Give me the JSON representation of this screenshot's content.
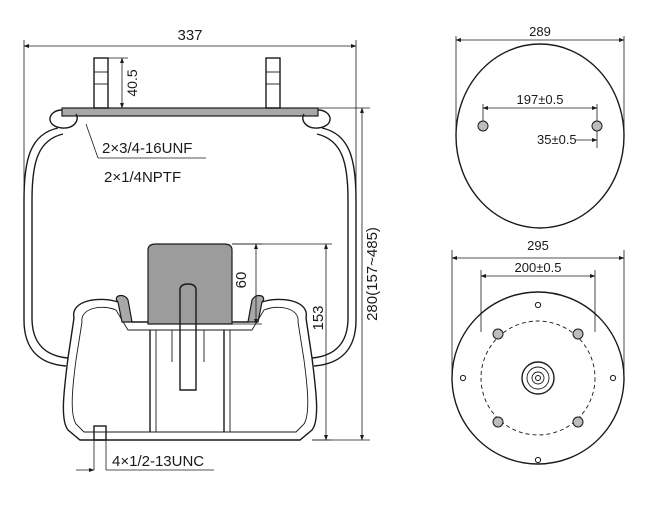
{
  "dimensions": {
    "overall_width": "337",
    "stud_height": "40.5",
    "bead_thread": "2×3/4-16UNF",
    "air_fitting": "2×1/4NPTF",
    "piston_height": "60",
    "piston_total": "153",
    "overall_height": "280(157~485)",
    "bottom_thread": "4×1/2-13UNC",
    "top_plate_diameter": "289",
    "top_stud_spacing": "197±0.5",
    "top_offset": "35±0.5",
    "bottom_plate_diameter": "295",
    "bottom_bolt_circle": "200±0.5"
  }
}
